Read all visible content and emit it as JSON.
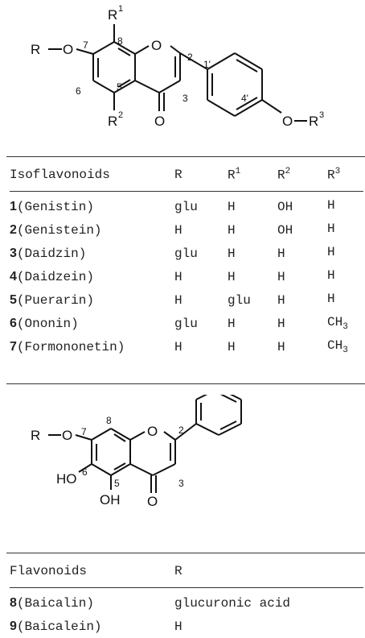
{
  "isoflavone_structure": {
    "atom_labels": {
      "r_group": "R",
      "oxygen": "O",
      "r1": "R",
      "r1_sup": "1",
      "r2": "R",
      "r2_sup": "2",
      "r3": "R",
      "r3_sup": "3",
      "carbonyl_o": "O"
    },
    "position_numbers": {
      "p7": "7",
      "p8": "8",
      "p2": "2",
      "p6": "6",
      "p5": "5",
      "p3": "3",
      "p1p": "1'",
      "p4p": "4'"
    }
  },
  "isoflavonoids_table": {
    "headers": {
      "name": "Isoflavonoids",
      "r": "R",
      "r1": "R",
      "r1_sup": "1",
      "r2": "R",
      "r2_sup": "2",
      "r3": "R",
      "r3_sup": "3"
    },
    "rows": [
      {
        "num": "1",
        "name": "(Genistin)",
        "r": "glu",
        "r1": "H",
        "r2": "OH",
        "r3": "H",
        "r3_sub": ""
      },
      {
        "num": "2",
        "name": "(Genistein)",
        "r": "H",
        "r1": "H",
        "r2": "OH",
        "r3": "H",
        "r3_sub": ""
      },
      {
        "num": "3",
        "name": "(Daidzin)",
        "r": "glu",
        "r1": "H",
        "r2": "H",
        "r3": "H",
        "r3_sub": ""
      },
      {
        "num": "4",
        "name": "(Daidzein)",
        "r": "H",
        "r1": "H",
        "r2": "H",
        "r3": "H",
        "r3_sub": ""
      },
      {
        "num": "5",
        "name": "(Puerarin)",
        "r": "H",
        "r1": "glu",
        "r2": "H",
        "r3": "H",
        "r3_sub": ""
      },
      {
        "num": "6",
        "name": "(Ononin)",
        "r": "glu",
        "r1": "H",
        "r2": "H",
        "r3": "CH",
        "r3_sub": "3"
      },
      {
        "num": "7",
        "name": "(Formononetin)",
        "r": "H",
        "r1": "H",
        "r2": "H",
        "r3": "CH",
        "r3_sub": "3"
      }
    ]
  },
  "flavone_structure": {
    "atom_labels": {
      "r_group": "R",
      "oxygen": "O",
      "ho": "HO",
      "oh": "OH",
      "carbonyl_o": "O"
    },
    "position_numbers": {
      "p7": "7",
      "p8": "8",
      "p2": "2",
      "p6": "6",
      "p5": "5",
      "p3": "3"
    }
  },
  "flavonoids_table": {
    "headers": {
      "name": "Flavonoids",
      "r": "R"
    },
    "rows": [
      {
        "num": "8",
        "name": "(Baicalin)",
        "r": "glucuronic acid"
      },
      {
        "num": "9",
        "name": "(Baicalein)",
        "r": "H"
      }
    ]
  }
}
